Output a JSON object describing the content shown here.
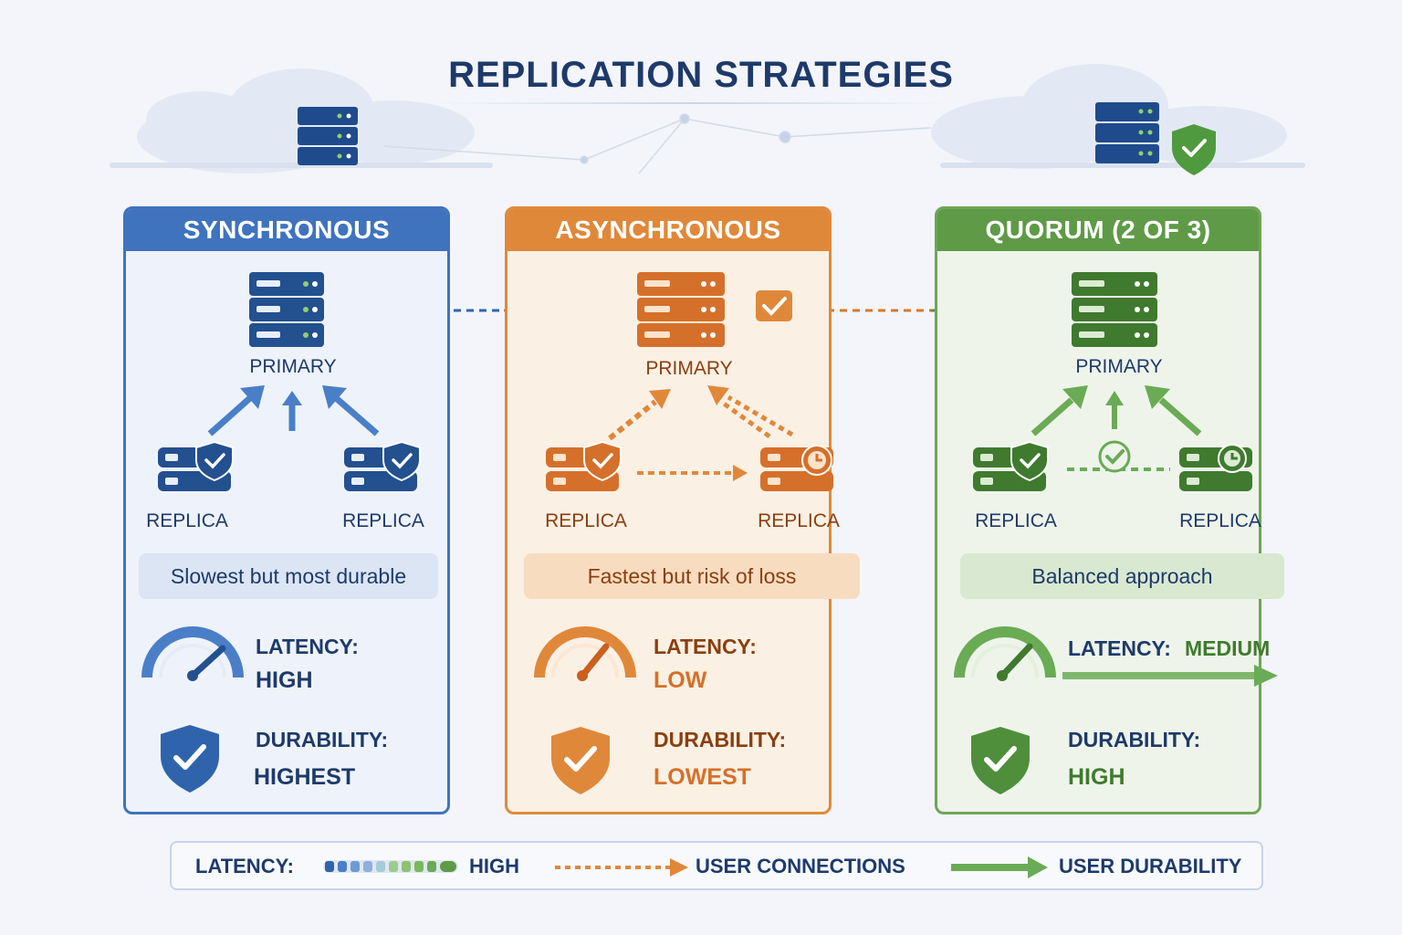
{
  "title": "REPLICATION STRATEGIES",
  "panels": [
    {
      "name": "SYNCHRONOUS",
      "primary_label": "PRIMARY",
      "replica_left": "REPLICA",
      "replica_right": "REPLICA",
      "note": "Slowest but most durable",
      "latency_label": "LATENCY:",
      "latency_value": "HIGH",
      "durability_label": "DURABILITY:",
      "durability_value": "HIGHEST",
      "color": "#2f64ad"
    },
    {
      "name": "ASYNCHRONOUS",
      "primary_label": "PRIMARY",
      "replica_left": "REPLICA",
      "replica_right": "REPLICA",
      "note": "Fastest but risk of loss",
      "latency_label": "LATENCY:",
      "latency_value": "LOW",
      "durability_label": "DURABILITY:",
      "durability_value": "LOWEST",
      "color": "#d9782a"
    },
    {
      "name": "QUORUM (2 OF 3)",
      "primary_label": "PRIMARY",
      "replica_left": "REPLICA",
      "replica_right": "REPLICA",
      "note": "Balanced approach",
      "latency_label": "LATENCY:",
      "latency_value": "MEDIUM",
      "durability_label": "DURABILITY:",
      "durability_value": "HIGH",
      "color": "#4f8f3c"
    }
  ],
  "legend": {
    "latency_label": "LATENCY:",
    "latency_value": "HIGH",
    "connections_label": "USER CONNECTIONS",
    "durability_label": "USER DURABILITY"
  },
  "icons": [
    "server-stack-icon",
    "database-icon",
    "check-icon",
    "clock-icon",
    "gauge-icon",
    "shield-check-icon",
    "cloud-icon",
    "arrow-icon"
  ]
}
